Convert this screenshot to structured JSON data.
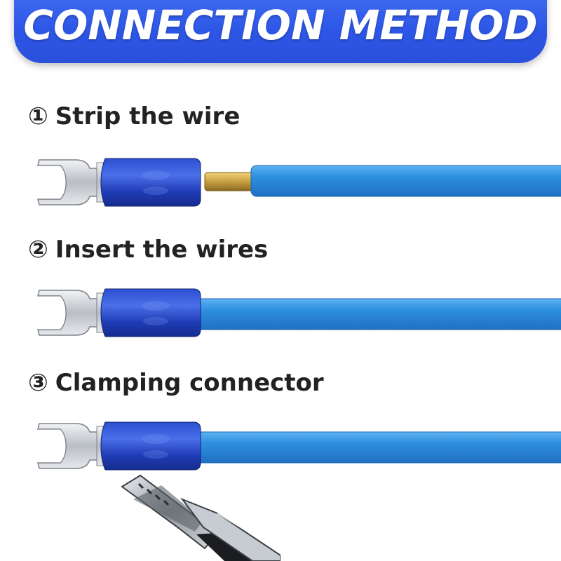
{
  "banner": {
    "title": "CONNECTION METHOD"
  },
  "steps": [
    {
      "number": "①",
      "text": "Strip the wire"
    },
    {
      "number": "②",
      "text": "Insert the wires"
    },
    {
      "number": "③",
      "text": "Clamping connector"
    }
  ],
  "colors": {
    "banner": "#2d56e6",
    "insulator": "#1f3fbf",
    "wire": "#2f8fe0",
    "copper": "#c9a040",
    "metal": "#c9cdd2"
  },
  "icons": {
    "terminal": "fork-terminal-icon",
    "wire": "blue-wire-icon",
    "tool": "crimping-pliers-icon"
  }
}
